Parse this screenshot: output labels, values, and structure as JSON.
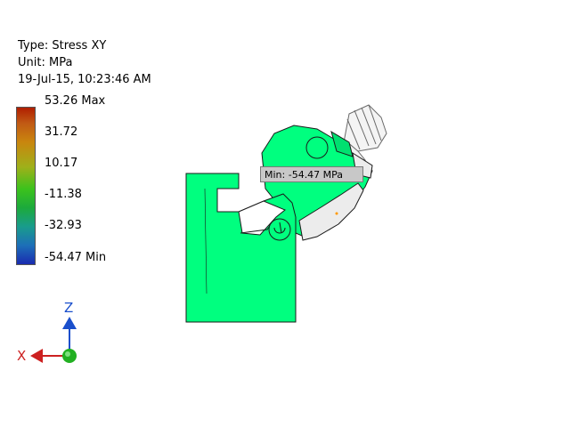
{
  "header": {
    "type_line": "Type: Stress XY",
    "unit_line": "Unit: MPa",
    "timestamp_line": "19-Jul-15, 10:23:46 AM"
  },
  "legend": {
    "labels": [
      "53.26 Max",
      "31.72",
      "10.17",
      "-11.38",
      "-32.93",
      "-54.47 Min"
    ],
    "colors": {
      "max": "#b01e00",
      "mid": "#3cc21c",
      "min": "#1a2bb0"
    }
  },
  "probe": {
    "label": "Min: -54.47 MPa"
  },
  "model": {
    "body_color": "#00ff7f",
    "outline_color": "#1a1a1a"
  },
  "triad": {
    "z_label": "Z",
    "x_label": "X",
    "z_color": "#1a4fcc",
    "x_color": "#cc2020",
    "y_color": "#22b022",
    "icon": "view-triad-icon"
  }
}
